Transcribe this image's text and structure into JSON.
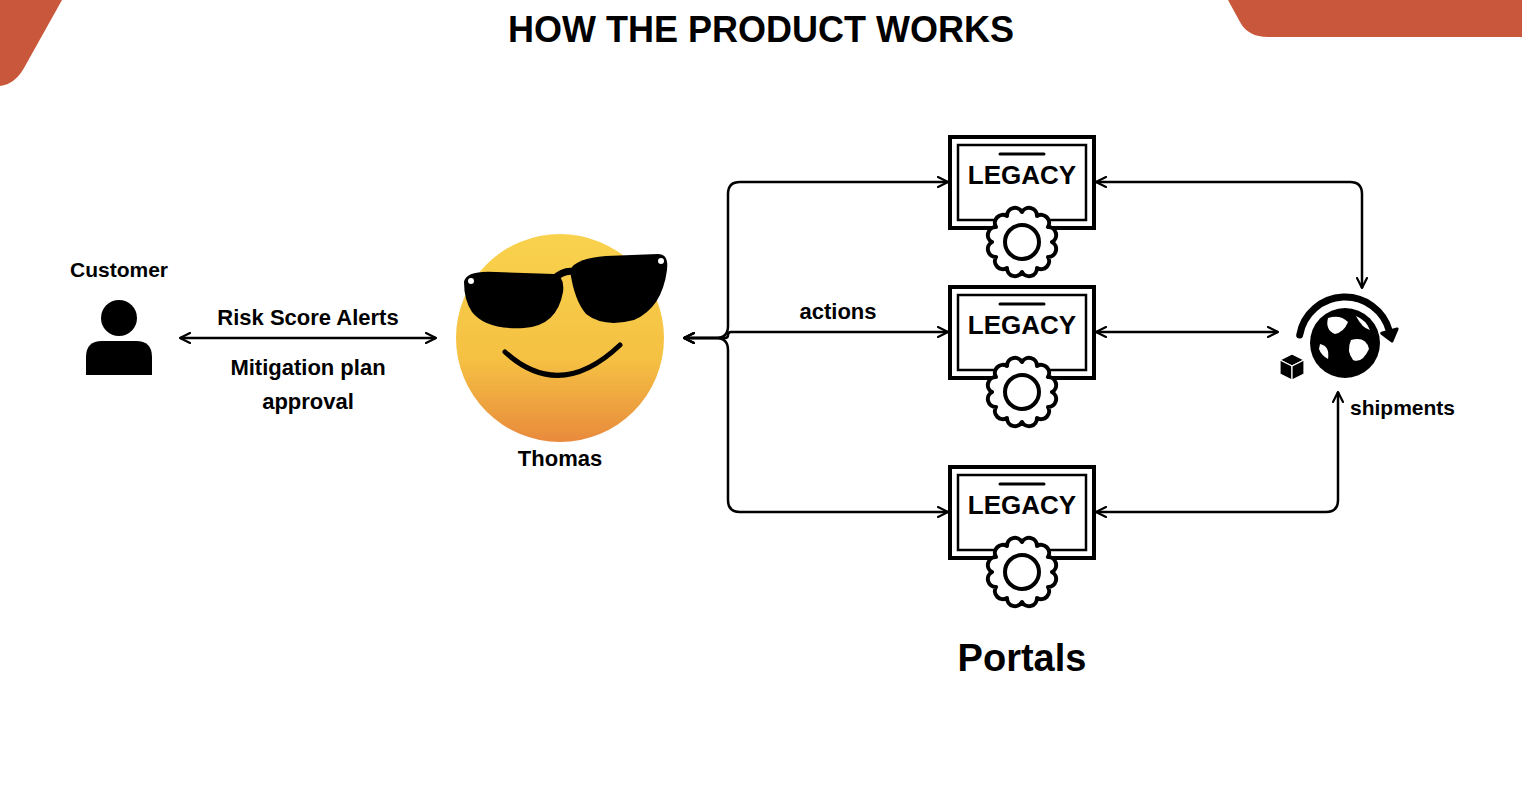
{
  "diagram": {
    "title": "HOW THE PRODUCT WORKS",
    "nodes": [
      {
        "text": [
          "Customer"
        ]
      },
      {
        "text": [
          "Thomas"
        ]
      },
      {
        "text": [
          "LEGACY"
        ]
      },
      {
        "text": [
          "LEGACY"
        ]
      },
      {
        "text": [
          "LEGACY"
        ]
      },
      {
        "text": [
          "shipments"
        ]
      }
    ],
    "edges": [
      {
        "from": 0,
        "to": 1,
        "arrow": "both",
        "label": "Risk Score Alerts"
      },
      {
        "from": 1,
        "to": 2,
        "arrow": "both"
      },
      {
        "from": 1,
        "to": 3,
        "arrow": "both",
        "label": "actions"
      },
      {
        "from": 1,
        "to": 4,
        "arrow": "both"
      },
      {
        "from": 2,
        "to": 5,
        "arrow": "both"
      },
      {
        "from": 3,
        "to": 5,
        "arrow": "both"
      },
      {
        "from": 4,
        "to": 5,
        "arrow": "both"
      }
    ],
    "labels": [
      "Mitigation plan approval",
      "Portals"
    ]
  }
}
